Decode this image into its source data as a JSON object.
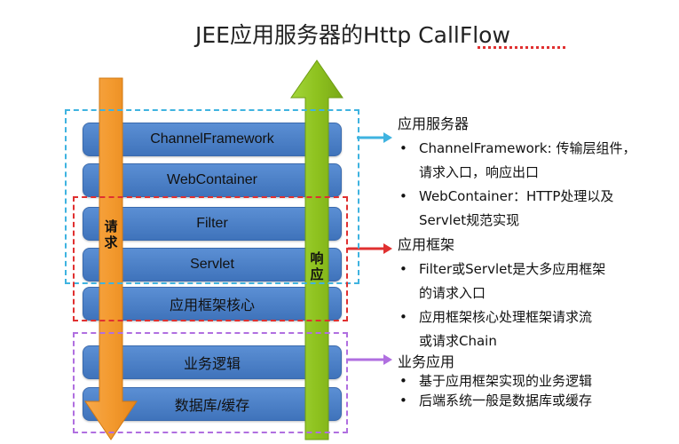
{
  "title": "JEE应用服务器的Http CallFlow",
  "boxes": [
    {
      "label": "ChannelFramework"
    },
    {
      "label": "WebContainer"
    },
    {
      "label": "Filter"
    },
    {
      "label": "Servlet"
    },
    {
      "label": "应用框架核心"
    },
    {
      "label": "业务逻辑"
    },
    {
      "label": "数据库/缓存"
    }
  ],
  "arrows": {
    "request_label": "请求",
    "response_label": "响应",
    "request_color": "#f39a2f",
    "response_color": "#8ec21f"
  },
  "groups": {
    "app_server_color": "#3fb3e0",
    "app_framework_color": "#e03030",
    "business_color": "#b06fe0"
  },
  "side": {
    "app_server": {
      "heading": "应用服务器",
      "items": [
        [
          "ChannelFramework: 传输层组件，",
          "请求入口，响应出口"
        ],
        [
          "WebContainer：HTTP处理以及",
          "Servlet规范实现"
        ]
      ]
    },
    "app_framework": {
      "heading": "应用框架",
      "items": [
        [
          "Filter或Servlet是大多应用框架",
          "的请求入口"
        ],
        [
          "应用框架核心处理框架请求流",
          "或请求Chain"
        ]
      ]
    },
    "business": {
      "heading": "业务应用",
      "items": [
        [
          "基于应用框架实现的业务逻辑"
        ],
        [
          "后端系统一般是数据库或缓存"
        ]
      ]
    }
  }
}
